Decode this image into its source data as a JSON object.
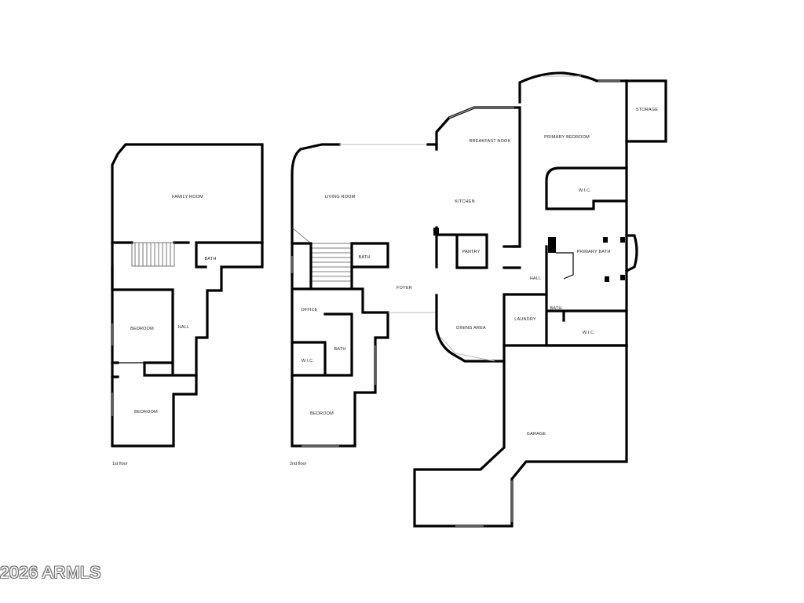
{
  "floors": {
    "first": {
      "caption": "1st floor",
      "rooms": {
        "family_room": "FAMILY ROOM",
        "bath": "BATH",
        "bedroom_upper": "BEDROOM",
        "hall": "HALL",
        "bedroom_lower": "BEDROOM"
      }
    },
    "second": {
      "caption": "2nd floor",
      "rooms": {
        "living_room": "LIVING ROOM",
        "breakfast_nook": "BREAKFAST NOOK",
        "kitchen": "KITCHEN",
        "pantry": "PANTRY",
        "bath": "BATH",
        "foyer": "FOYER",
        "office": "OFFICE",
        "bath_office": "BATH",
        "wic": "W.I.C.",
        "bedroom": "BEDROOM",
        "dining_area": "DINING AREA",
        "laundry": "LAUNDRY",
        "hall": "HALL",
        "primary_bedroom": "PRIMARY BEDROOM",
        "storage": "STORAGE",
        "wic_primary": "W.I.C.",
        "primary_bath": "PRIMARY BATH",
        "bath_small": "BATH",
        "wic_lower": "W.I.C.",
        "garage": "GARAGE"
      }
    }
  },
  "watermark": "2026 ARMLS"
}
